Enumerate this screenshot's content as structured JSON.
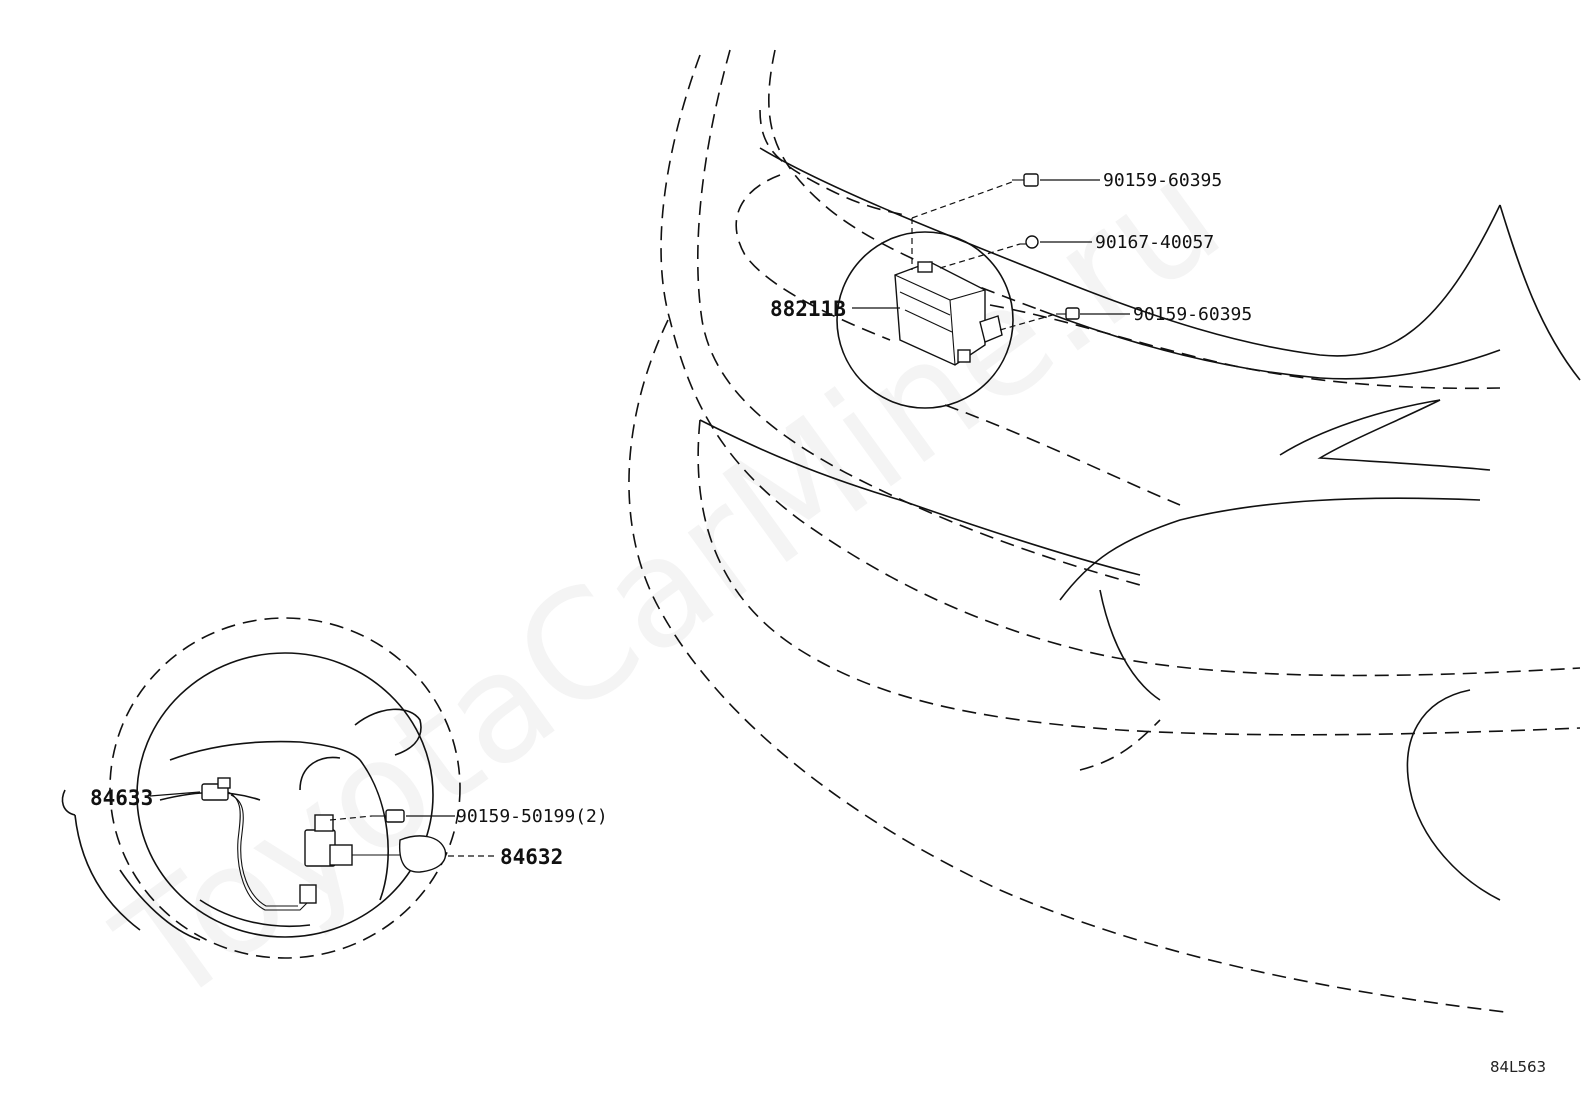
{
  "watermark": "ToyotaCarMine.ru",
  "diagram_code": "84L563",
  "callouts": {
    "bolt_top": "90159-60395",
    "screw_mid": "90167-40057",
    "bolt_right": "90159-60395",
    "sensor": "88211B",
    "switch_left": "84633",
    "screw_wheel": "90159-50199(2)",
    "switch_right": "84632"
  }
}
